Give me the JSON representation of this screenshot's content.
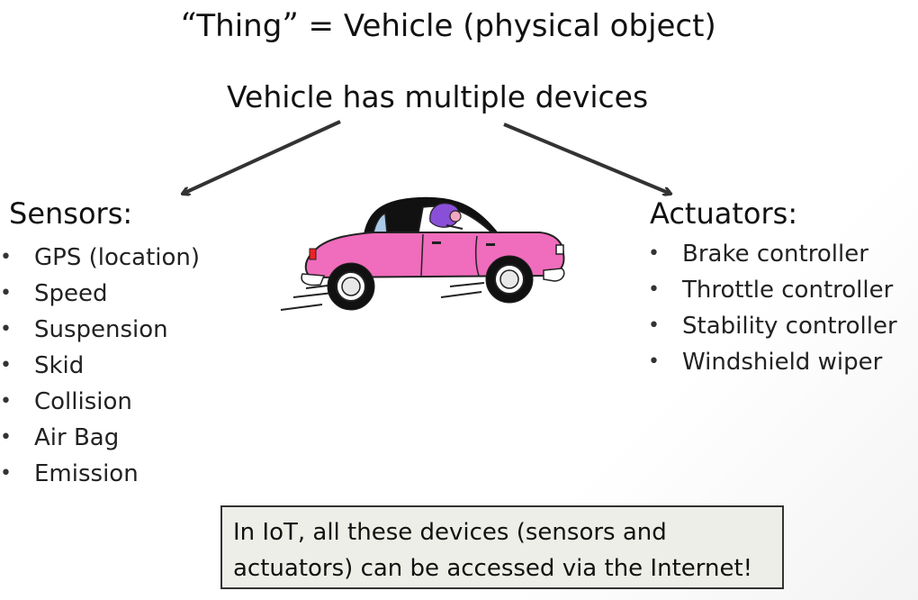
{
  "title": {
    "open_quote": "“",
    "thing": "Thing",
    "close_quote": "”",
    "rest": " = Vehicle (physical object)"
  },
  "subtitle": "Vehicle has multiple devices",
  "sensors": {
    "heading": "Sensors:",
    "items": [
      "GPS (location)",
      "Speed",
      "Suspension",
      "Skid",
      "Collision",
      "Air Bag",
      "Emission"
    ]
  },
  "actuators": {
    "heading": "Actuators:",
    "items": [
      "Brake controller",
      "Throttle controller",
      "Stability controller",
      "Windshield wiper"
    ]
  },
  "note": {
    "line1": "In IoT, all these devices (sensors and",
    "line2": "actuators) can be accessed via the Internet!"
  },
  "colors": {
    "car_body": "#f06cbc",
    "car_roof": "#111111",
    "driver_hair": "#8a4fd8",
    "arrow": "#333333",
    "note_background": "#eeeee8"
  }
}
